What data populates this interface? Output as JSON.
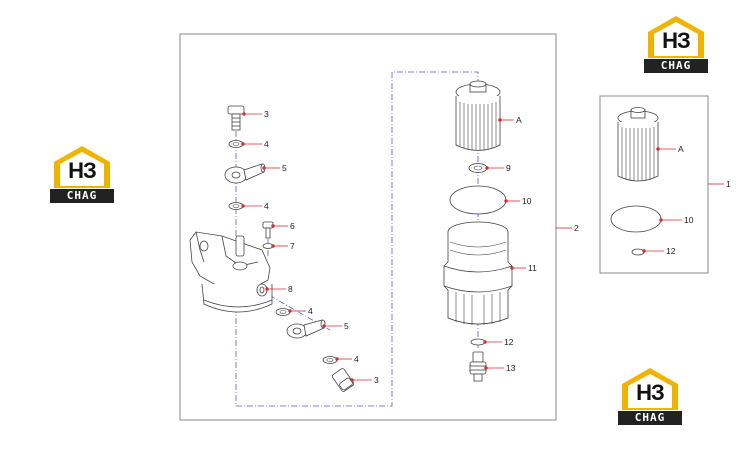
{
  "watermarks": [
    {
      "hb": "НЗ",
      "word": "CHAG"
    },
    {
      "hb": "НЗ",
      "word": "CHAG"
    },
    {
      "hb": "НЗ",
      "word": "CHAG"
    }
  ],
  "brand_colors": {
    "logo_accent": "#f0b400",
    "logo_dark": "#222222",
    "leader_red": "#d23030",
    "guide_blue": "#5a5ad2"
  },
  "callouts": {
    "c3a": "3",
    "c4a": "4",
    "c5a": "5",
    "c4b": "4",
    "c6": "6",
    "c7": "7",
    "c8": "8",
    "c4c": "4",
    "c5b": "5",
    "c4d": "4",
    "c3b": "3",
    "cA1": "A",
    "c9": "9",
    "c10a": "10",
    "c11": "11",
    "c12a": "12",
    "c13": "13",
    "c2": "2",
    "cA2": "A",
    "c10b": "10",
    "c12b": "12",
    "c1": "1"
  }
}
